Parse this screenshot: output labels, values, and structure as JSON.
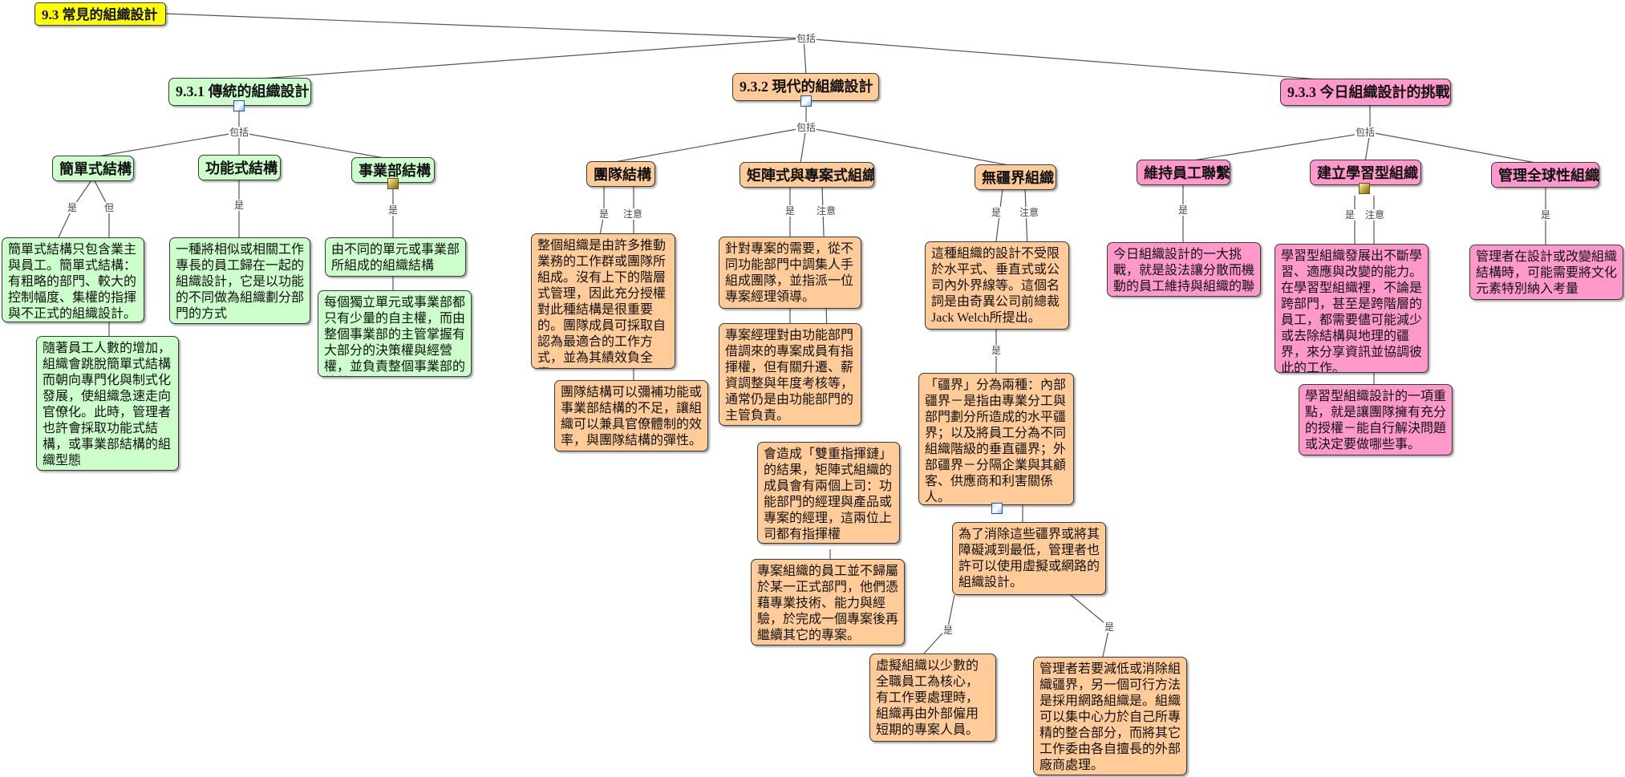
{
  "root": "9.3  常見的組織設計",
  "link_labels": {
    "includes": "包括",
    "is": "是",
    "but": "但",
    "note": "注意"
  },
  "traditional": {
    "title": "9.3.1  傳統的組織設計",
    "simple": {
      "title": "簡單式結構",
      "is_text": "簡單式結構只包含業主與員工。簡單式結構：有粗略的部門、較大的控制幅度、集權的指揮與不正式的組織設計。",
      "but_text": "隨著員工人數的增加，組織會跳脫簡單式結構而朝向專門化與制式化發展，使組織急速走向官僚化。此時，管理者也許會採取功能式結構，或事業部結構的組織型態"
    },
    "functional": {
      "title": "功能式結構",
      "is_text": "一種將相似或相關工作專長的員工歸在一起的組織設計，它是以功能的不同做為組織劃分部門的方式"
    },
    "divisional": {
      "title": "事業部結構",
      "is_text": "由不同的單元或事業部所組成的組織結構",
      "detail": "每個獨立單元或事業部都只有少量的自主權，而由整個事業部的主管掌握有大部分的決策權與經營權，並負責整個事業部的績效"
    }
  },
  "contemporary": {
    "title": "9.3.2  現代的組織設計",
    "team": {
      "title": "團隊結構",
      "is_text": "整個組織是由許多推動業務的工作群或團隊所組成。沒有上下的階層式管理，因此充分授權對此種結構是很重要的。團隊成員可採取自認為最適合的工作方式，並為其績效負全責。",
      "note_text": "團隊結構可以彌補功能或事業部結構的不足，讓組織可以兼具官僚體制的效率，與團隊結構的彈性。"
    },
    "matrix": {
      "title": "矩陣式與專案式組織",
      "is_text": "針對專案的需要，從不同功能部門中調集人手組成團隊，並指派一位專案經理領導。",
      "is_text2": "專案經理對由功能部門借調來的專案成員有指揮權，但有關升遷、薪資調整與年度考核等，通常仍是由功能部門的主管負責。",
      "note_text": "會造成「雙重指揮鏈」的結果，矩陣式組織的成員會有兩個上司：功能部門的經理與產品或專案的經理，這兩位上司都有指揮權",
      "note_text2": "專案組織的員工並不歸屬於某一正式部門，他們憑藉專業技術、能力與經驗，於完成一個專案後再繼續其它的專案。"
    },
    "boundaryless": {
      "title": "無疆界組織",
      "is_text": "這種組織的設計不受限於水平式、垂直式或公司內外界線等。這個名詞是由奇異公司前總裁Jack Welch所提出。",
      "boundaries": "「疆界」分為兩種：內部疆界－是指由專業分工與部門劃分所造成的水平疆界；以及將員工分為不同組織階級的垂直疆界；外部疆界－分隔企業與其顧客、供應商和利害關係人。",
      "remedy": "為了消除這些疆界或將其障礙減到最低，管理者也許可以使用虛擬或網路的組織設計。",
      "virtual": "虛擬組織以少數的全職員工為核心，有工作要處理時，組織再由外部僱用短期的專案人員。",
      "network": "管理者若要減低或消除組織疆界，另一個可行方法是採用網路組織是。組織可以集中心力於自己所專精的整合部分，而將其它工作委由各自擅長的外部廠商處理。"
    }
  },
  "today": {
    "title": "9.3.3  今日組織設計的挑戰",
    "retention": {
      "title": "維持員工聯繫",
      "is_text": "今日組織設計的一大挑戰，就是設法讓分散而機動的員工維持與組織的聯繫"
    },
    "learning": {
      "title": "建立學習型組織",
      "is_text": "學習型組織發展出不斷學習、適應與改變的能力。在學習型組織裡，不論是跨部門，甚至是跨階層的員工，都需要儘可能減少或去除結構與地理的疆界，來分享資訊並協調彼此的工作。",
      "note_text": "學習型組織設計的一項重點，就是讓團隊擁有充分的授權－能自行解決問題或決定要做哪些事。"
    },
    "global": {
      "title": "管理全球性組織",
      "is_text": "管理者在設計或改變組織結構時，可能需要將文化元素特別納入考量"
    }
  },
  "colors": {
    "root": "#ffff00",
    "traditional": "#ccffcc",
    "contemporary": "#ffcc99",
    "today": "#ff99cc",
    "line": "#555555"
  },
  "icons": [
    "image-icon",
    "model-icon"
  ]
}
